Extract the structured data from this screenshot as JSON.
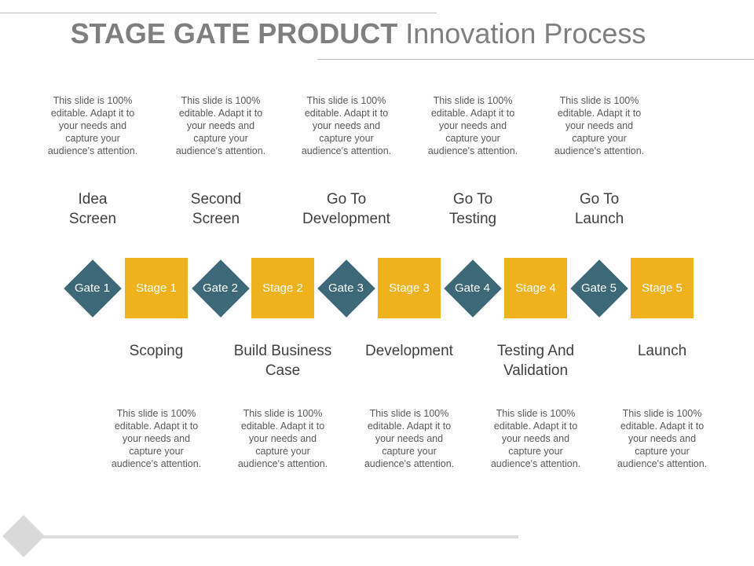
{
  "title": {
    "bold": "STAGE GATE PRODUCT",
    "normal": "Innovation Process"
  },
  "placeholder_text": "This slide is 100% editable. Adapt it to your needs and capture your audience's attention.",
  "colors": {
    "gate": "#3c6877",
    "stage": "#f0b21c",
    "text": "#404040",
    "title": "#7f7f7f"
  },
  "gates": [
    {
      "label": "Gate 1",
      "name": "Idea Screen"
    },
    {
      "label": "Gate 2",
      "name": "Second Screen"
    },
    {
      "label": "Gate 3",
      "name": "Go To Development"
    },
    {
      "label": "Gate 4",
      "name": "Go To Testing"
    },
    {
      "label": "Gate 5",
      "name": "Go To Launch"
    }
  ],
  "stages": [
    {
      "label": "Stage 1",
      "name": "Scoping"
    },
    {
      "label": "Stage 2",
      "name": "Build Business Case"
    },
    {
      "label": "Stage 3",
      "name": "Development"
    },
    {
      "label": "Stage 4",
      "name": "Testing And Validation"
    },
    {
      "label": "Stage 5",
      "name": "Launch"
    }
  ]
}
